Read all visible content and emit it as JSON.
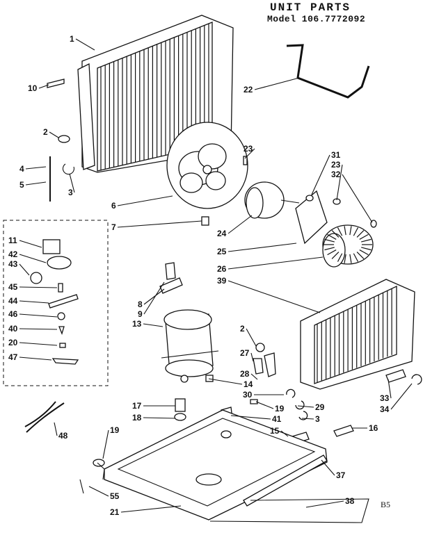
{
  "header": {
    "title": "UNIT PARTS",
    "model": "Model 106.7772092"
  },
  "footer": {
    "code": "B5"
  },
  "callouts": [
    "1",
    "10",
    "2",
    "4",
    "5",
    "3",
    "22",
    "23",
    "31",
    "23",
    "32",
    "6",
    "7",
    "24",
    "25",
    "26",
    "39",
    "11",
    "42",
    "43",
    "45",
    "44",
    "46",
    "40",
    "20",
    "47",
    "8",
    "9",
    "13",
    "2",
    "27",
    "28",
    "14",
    "30",
    "19",
    "29",
    "41",
    "3",
    "15",
    "16",
    "17",
    "18",
    "19",
    "33",
    "34",
    "48",
    "37",
    "55",
    "21",
    "38"
  ]
}
